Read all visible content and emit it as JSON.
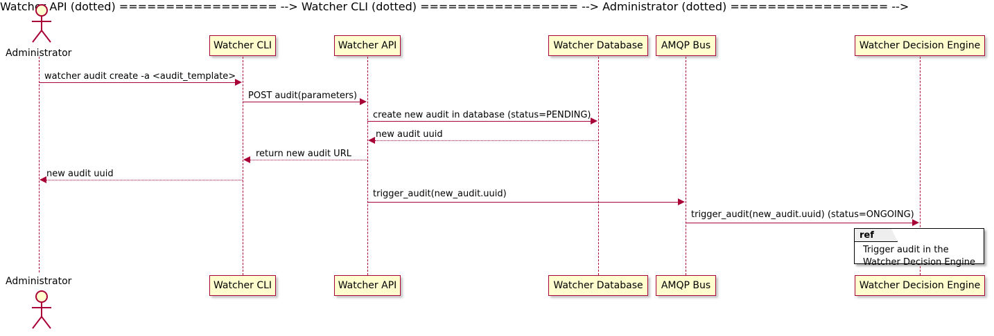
{
  "diagram": {
    "type": "uml-sequence-diagram",
    "colors": {
      "participant_fill": "#FEFECE",
      "participant_border": "#A80036",
      "lifeline": "#A80036",
      "arrow": "#A80036",
      "text": "#000000",
      "ref_border": "#000000",
      "ref_tab_fill": "#EEEEEE",
      "background": "#FFFFFF"
    }
  },
  "actors": [
    {
      "name": "administrator",
      "label": "Administrator",
      "kind": "stick-figure"
    }
  ],
  "participants": [
    {
      "name": "watcher-cli",
      "label": "Watcher CLI"
    },
    {
      "name": "watcher-api",
      "label": "Watcher API"
    },
    {
      "name": "watcher-database",
      "label": "Watcher Database"
    },
    {
      "name": "amqp-bus",
      "label": "AMQP Bus"
    },
    {
      "name": "watcher-decision-engine",
      "label": "Watcher Decision Engine"
    }
  ],
  "messages": [
    {
      "id": "m1",
      "from": "administrator",
      "to": "watcher-cli",
      "label": "watcher audit create -a <audit_template>",
      "style": "solid",
      "direction": "right"
    },
    {
      "id": "m2",
      "from": "watcher-cli",
      "to": "watcher-api",
      "label": "POST audit(parameters)",
      "style": "solid",
      "direction": "right"
    },
    {
      "id": "m3",
      "from": "watcher-api",
      "to": "watcher-database",
      "label": "create new audit in database (status=PENDING)",
      "style": "solid",
      "direction": "right"
    },
    {
      "id": "m4",
      "from": "watcher-database",
      "to": "watcher-api",
      "label": "new audit uuid",
      "style": "dotted",
      "direction": "left"
    },
    {
      "id": "m5",
      "from": "watcher-api",
      "to": "watcher-cli",
      "label": "return new audit URL",
      "style": "dotted",
      "direction": "left"
    },
    {
      "id": "m6",
      "from": "watcher-cli",
      "to": "administrator",
      "label": "new audit uuid",
      "style": "dotted",
      "direction": "left"
    },
    {
      "id": "m7",
      "from": "watcher-api",
      "to": "amqp-bus",
      "label": "trigger_audit(new_audit.uuid)",
      "style": "solid",
      "direction": "right"
    },
    {
      "id": "m8",
      "from": "amqp-bus",
      "to": "watcher-decision-engine",
      "label": "trigger_audit(new_audit.uuid) (status=ONGOING)",
      "style": "solid",
      "direction": "right"
    }
  ],
  "ref_fragment": {
    "name": "ref-trigger-audit",
    "tab_label": "ref",
    "body": "Trigger audit in the\nWatcher Decision Engine"
  }
}
